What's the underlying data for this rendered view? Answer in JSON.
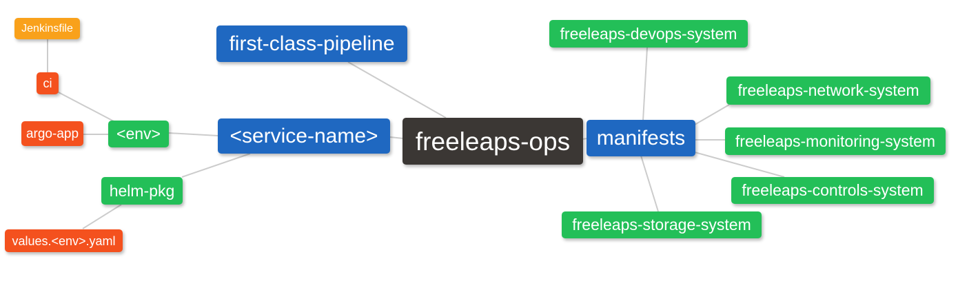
{
  "colors": {
    "background": "#ffffff",
    "edge": "#cccccc",
    "text": "#ffffff",
    "root_dark": "#3b3734",
    "branch_blue": "#1f68c1",
    "leaf_green": "#23bf58",
    "leaf_red": "#f4511e",
    "leaf_orange": "#f9a11b"
  },
  "nodes": {
    "jenkinsfile": {
      "label": "Jenkinsfile",
      "color_key": "leaf_orange"
    },
    "ci": {
      "label": "ci",
      "color_key": "leaf_red"
    },
    "argo_app": {
      "label": "argo-app",
      "color_key": "leaf_red"
    },
    "env": {
      "label": "<env>",
      "color_key": "leaf_green"
    },
    "helm_pkg": {
      "label": "helm-pkg",
      "color_key": "leaf_green"
    },
    "values_env_yaml": {
      "label": "values.<env>.yaml",
      "color_key": "leaf_red"
    },
    "first_class_pipeline": {
      "label": "first-class-pipeline",
      "color_key": "branch_blue"
    },
    "service_name": {
      "label": "<service-name>",
      "color_key": "branch_blue"
    },
    "freeleaps_ops": {
      "label": "freeleaps-ops",
      "color_key": "root_dark"
    },
    "manifests": {
      "label": "manifests",
      "color_key": "branch_blue"
    },
    "devops_system": {
      "label": "freeleaps-devops-system",
      "color_key": "leaf_green"
    },
    "network_system": {
      "label": "freeleaps-network-system",
      "color_key": "leaf_green"
    },
    "monitoring_system": {
      "label": "freeleaps-monitoring-system",
      "color_key": "leaf_green"
    },
    "controls_system": {
      "label": "freeleaps-controls-system",
      "color_key": "leaf_green"
    },
    "storage_system": {
      "label": "freeleaps-storage-system",
      "color_key": "leaf_green"
    }
  },
  "edges": [
    {
      "from": "jenkinsfile",
      "to": "ci"
    },
    {
      "from": "ci",
      "to": "env"
    },
    {
      "from": "argo_app",
      "to": "env"
    },
    {
      "from": "env",
      "to": "service_name"
    },
    {
      "from": "values_env_yaml",
      "to": "helm_pkg"
    },
    {
      "from": "helm_pkg",
      "to": "service_name"
    },
    {
      "from": "first_class_pipeline",
      "to": "freeleaps_ops"
    },
    {
      "from": "service_name",
      "to": "freeleaps_ops"
    },
    {
      "from": "freeleaps_ops",
      "to": "manifests"
    },
    {
      "from": "manifests",
      "to": "devops_system"
    },
    {
      "from": "manifests",
      "to": "network_system"
    },
    {
      "from": "manifests",
      "to": "monitoring_system"
    },
    {
      "from": "manifests",
      "to": "controls_system"
    },
    {
      "from": "manifests",
      "to": "storage_system"
    }
  ]
}
